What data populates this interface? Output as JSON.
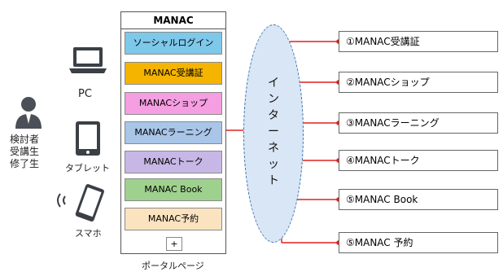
{
  "users": {
    "label": "検討者\n受講生\n修了生"
  },
  "devices": {
    "pc": "PC",
    "tablet": "タブレット",
    "phone": "スマホ"
  },
  "portal": {
    "title": "MANAC",
    "items": [
      {
        "label": "ソーシャルログイン",
        "color": "#7ec8ea"
      },
      {
        "label": "MANAC受講証",
        "color": "#f5b400"
      },
      {
        "label": "MANACショップ",
        "color": "#f59ee2"
      },
      {
        "label": "MANACラーニング",
        "color": "#a9c5e8"
      },
      {
        "label": "MANACトーク",
        "color": "#c7b7e6"
      },
      {
        "label": "MANAC Book",
        "color": "#9fd18e"
      },
      {
        "label": "MANAC予約",
        "color": "#fbe3c0"
      }
    ],
    "plus": "+",
    "caption": "ポータルページ"
  },
  "internet": {
    "label": "インターネット"
  },
  "services": [
    "①MANAC受講証",
    "②MANACショップ",
    "③MANACラーニング",
    "④MANACトーク",
    "⑤MANAC Book",
    "⑤MANAC 予約"
  ],
  "colors": {
    "line": "#e02020",
    "cloud": "#d8e6f5",
    "cloud_border": "#3f6fae"
  }
}
